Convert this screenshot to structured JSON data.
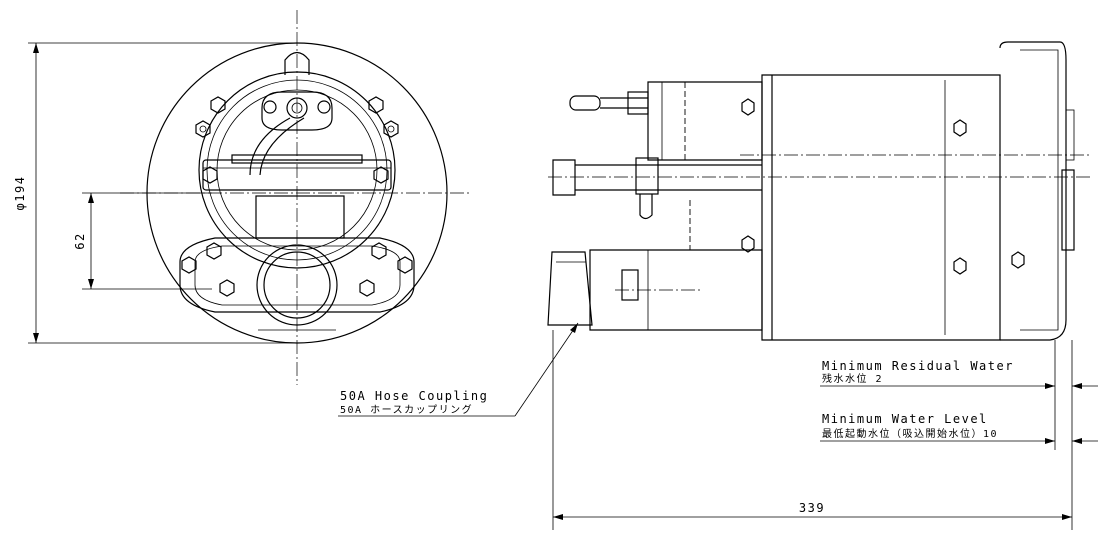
{
  "dimensions": {
    "diameter": "φ194",
    "height_62": "62",
    "length_339": "339"
  },
  "labels": {
    "hose_en": "50A Hose Coupling",
    "hose_ja": "50A ホースカップリング",
    "residual_en": "Minimum Residual Water",
    "residual_ja": "残水水位 2",
    "level_en": "Minimum Water Level",
    "level_ja": "最低起動水位（吸込開始水位）10"
  }
}
